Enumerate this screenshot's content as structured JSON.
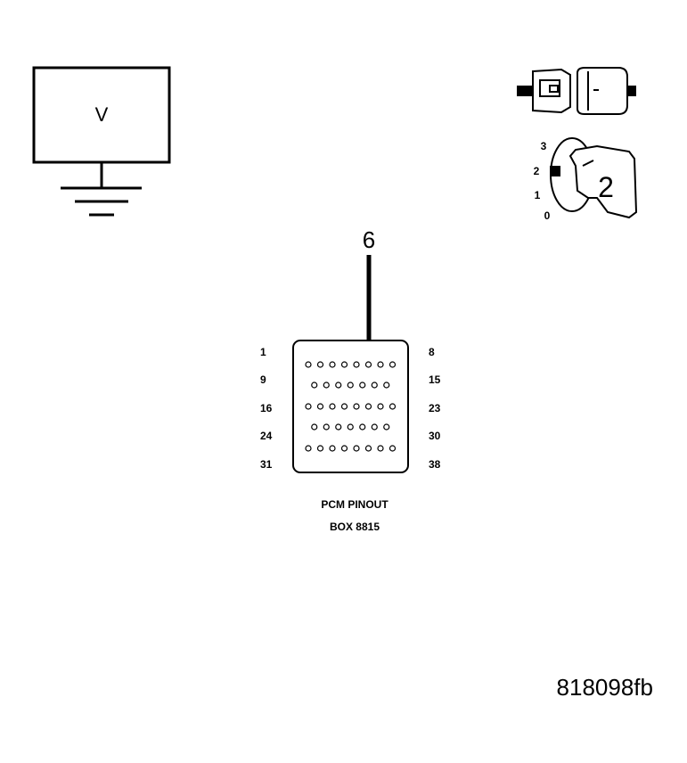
{
  "voltmeter": {
    "symbol": "V"
  },
  "key_switch": {
    "positions": [
      "3",
      "2",
      "1",
      "0"
    ],
    "selected_position": "2"
  },
  "pointer": {
    "pin": "6"
  },
  "connector": {
    "caption_line1": "PCM PINOUT",
    "caption_line2": "BOX 8815",
    "rows": [
      {
        "left": "1",
        "right": "8",
        "pins": 8
      },
      {
        "left": "9",
        "right": "15",
        "pins": 7
      },
      {
        "left": "16",
        "right": "23",
        "pins": 8
      },
      {
        "left": "24",
        "right": "30",
        "pins": 7
      },
      {
        "left": "31",
        "right": "38",
        "pins": 8
      }
    ]
  },
  "figure_id": "818098fb"
}
